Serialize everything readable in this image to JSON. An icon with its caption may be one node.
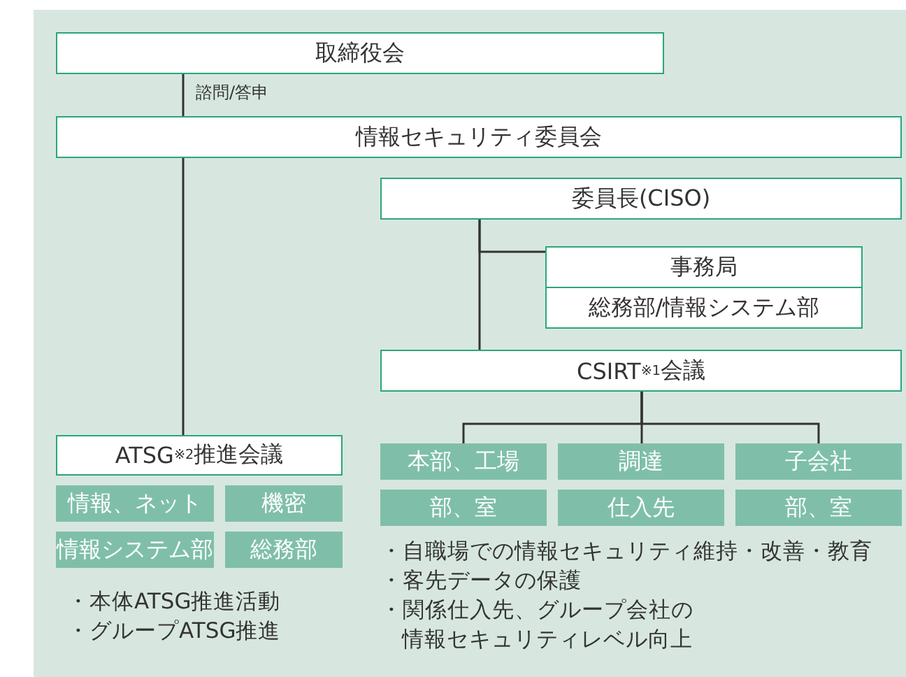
{
  "diagram": {
    "nodes": [
      {
        "text": [
          "取締役会"
        ]
      },
      {
        "text": [
          "情報セキュリティ委員会"
        ]
      },
      {
        "text": [
          "委員長(CISO)"
        ]
      },
      {
        "text": [
          "事務局",
          "総務部/情報システム部"
        ]
      },
      {
        "text": [
          "CSIRT$^{※1}$会議"
        ]
      },
      {
        "text": [
          "ATSG$^{※2}$推進会議"
        ]
      },
      {
        "text": [
          "本部、工場"
        ]
      },
      {
        "text": [
          "調達"
        ]
      },
      {
        "text": [
          "子会社"
        ]
      },
      {
        "text": [
          "部、室"
        ]
      },
      {
        "text": [
          "仕入先"
        ]
      },
      {
        "text": [
          "部、室"
        ]
      },
      {
        "text": [
          "情報、ネット"
        ]
      },
      {
        "text": [
          "機密"
        ]
      },
      {
        "text": [
          "情報システム部"
        ]
      },
      {
        "text": [
          "総務部"
        ]
      }
    ],
    "edges": [
      {
        "from": 0,
        "to": 1,
        "arrow": "none",
        "label": "諮問/答申"
      },
      {
        "from": 1,
        "to": 5,
        "arrow": "none"
      },
      {
        "from": 2,
        "to": 3,
        "arrow": "none"
      },
      {
        "from": 2,
        "to": 4,
        "arrow": "none"
      },
      {
        "from": 4,
        "to": 6,
        "arrow": "none"
      },
      {
        "from": 4,
        "to": 7,
        "arrow": "none"
      },
      {
        "from": 4,
        "to": 8,
        "arrow": "none"
      }
    ],
    "labels": [
      "・自職場での情報セキュリティ維持・改善・教育",
      "・客先データの保護",
      "・関係仕入先、グループ会社の情報セキュリティレベル向上",
      "・本体ATSG推進活動",
      "・グループATSG推進"
    ]
  }
}
